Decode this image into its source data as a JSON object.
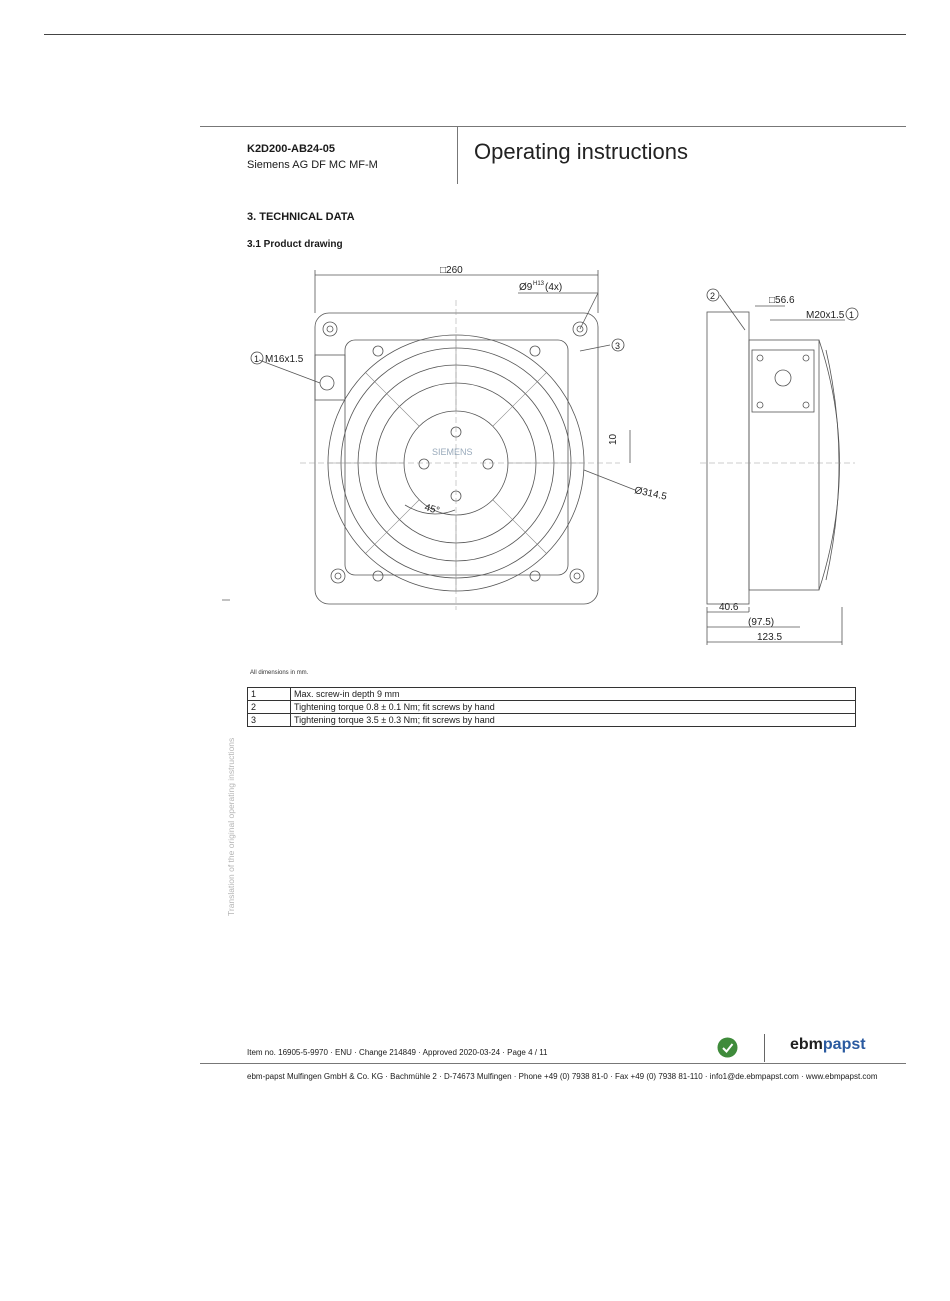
{
  "header": {
    "product_code": "K2D200-AB24-05",
    "customer": "Siemens AG DF MC MF-M",
    "doc_title": "Operating instructions"
  },
  "section": {
    "heading": "3. TECHNICAL DATA",
    "subheading": "3.1 Product drawing"
  },
  "drawing": {
    "front": {
      "width_dim": "□260",
      "hole_dim": "Ø9",
      "hole_tolerance": "H13",
      "hole_count": "(4x)",
      "thread": "M16x1.5",
      "offset_dim": "10",
      "diameter_dim": "Ø314.5",
      "angle_dim": "45°",
      "brand_mark": "SIEMENS",
      "callout_1": "1",
      "callout_3": "3"
    },
    "side": {
      "box_dim": "□56.6",
      "thread": "M20x1.5",
      "callout_1": "1",
      "callout_2": "2",
      "dim_a": "40.6",
      "dim_b": "(97.5)",
      "dim_c": "123.5"
    },
    "dims_note": "All dimensions in mm."
  },
  "notes": [
    {
      "num": "1",
      "text": "Max. screw-in depth 9 mm"
    },
    {
      "num": "2",
      "text": "Tightening torque 0.8 ± 0.1 Nm; fit screws by hand"
    },
    {
      "num": "3",
      "text": "Tightening torque 3.5 ± 0.3 Nm; fit screws by hand"
    }
  ],
  "side_note": "Translation of the original operating instructions",
  "footer": {
    "item_line": "Item no. 16905-5-9970 · ENU · Change 214849 · Approved 2020-03-24 · Page 4 / 11",
    "company_line": "ebm-papst Mulfingen GmbH & Co. KG · Bachmühle 2 · D-74673 Mulfingen · Phone +49 (0) 7938 81-0 · Fax +49 (0) 7938 81-110 · info1@de.ebmpapst.com · www.ebmpapst.com",
    "logo_part1": "ebm",
    "logo_part2": "papst"
  },
  "colors": {
    "brand_blue": "#2a5aa0",
    "badge_green": "#3f8b3b",
    "line": "#444444"
  }
}
